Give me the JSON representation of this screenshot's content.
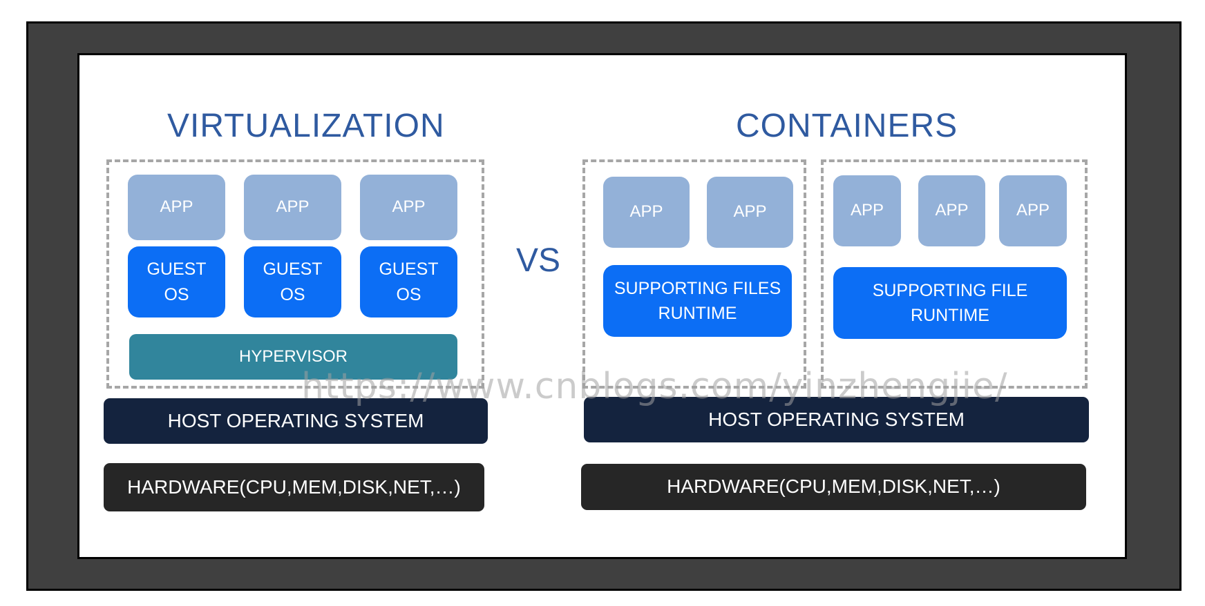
{
  "virtualization": {
    "title": "VIRTUALIZATION",
    "apps": [
      "APP",
      "APP",
      "APP"
    ],
    "guest_os": [
      {
        "line1": "GUEST",
        "line2": "OS"
      },
      {
        "line1": "GUEST",
        "line2": "OS"
      },
      {
        "line1": "GUEST",
        "line2": "OS"
      }
    ],
    "hypervisor": "HYPERVISOR",
    "host_os": "HOST OPERATING SYSTEM",
    "hardware": "HARDWARE(CPU,MEM,DISK,NET,…)"
  },
  "vs_label": "VS",
  "containers": {
    "title": "CONTAINERS",
    "group1": {
      "apps": [
        "APP",
        "APP"
      ],
      "support_line1": "SUPPORTING FILES",
      "support_line2": "RUNTIME"
    },
    "group2": {
      "apps": [
        "APP",
        "APP",
        "APP"
      ],
      "support_line1": "SUPPORTING FILE",
      "support_line2": "RUNTIME"
    },
    "host_os": "HOST OPERATING SYSTEM",
    "hardware": "HARDWARE(CPU,MEM,DISK,NET,…)"
  },
  "watermark": "https://www.cnblogs.com/yinzhengjie/",
  "colors": {
    "frame": "#404040",
    "title": "#2f5aa0",
    "app": "#93b1d8",
    "guest_os": "#0c6ef5",
    "hypervisor": "#31859c",
    "host_os": "#14233e",
    "hardware": "#262626"
  }
}
